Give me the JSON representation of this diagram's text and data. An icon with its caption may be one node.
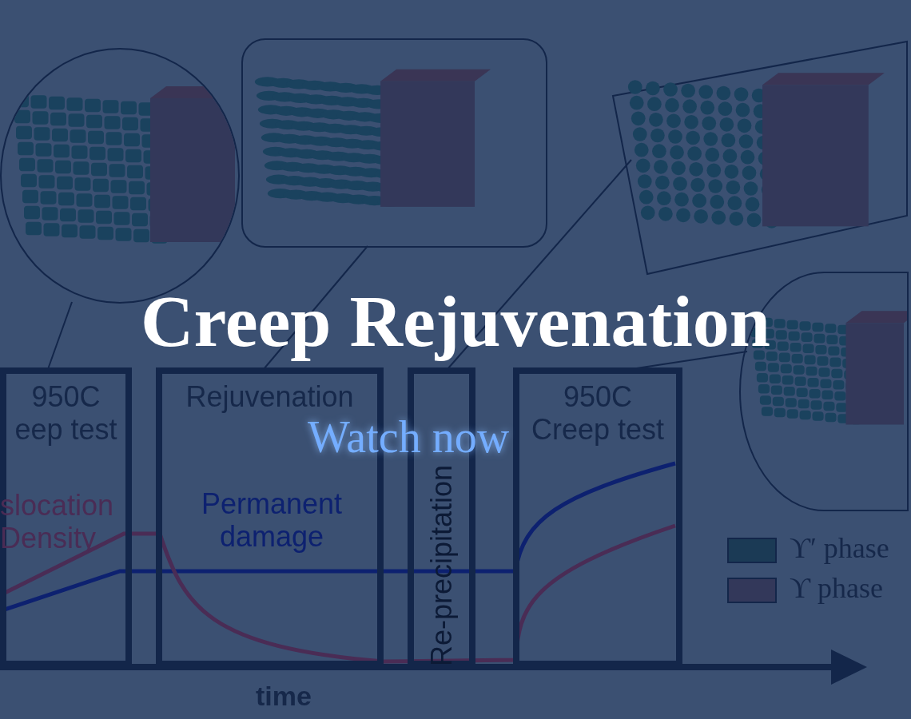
{
  "diagram": {
    "title": "Creep Rejuvenation",
    "nodes": [
      {
        "text": [
          "950C eep test"
        ]
      },
      {
        "text": [
          "Rejuvenation"
        ]
      },
      {
        "text": [
          "Re-precipitation"
        ]
      },
      {
        "text": [
          "950C Creep test"
        ]
      },
      {
        "text": [],
        "shape": "picture"
      },
      {
        "text": [],
        "shape": "picture"
      },
      {
        "text": [],
        "shape": "picture"
      },
      {
        "text": [],
        "shape": "picture"
      }
    ],
    "edges": [
      {
        "from": 4,
        "to": 0,
        "arrow": "none"
      },
      {
        "from": 5,
        "to": 1,
        "arrow": "none"
      },
      {
        "from": 6,
        "to": 2,
        "arrow": "none"
      },
      {
        "from": 7,
        "to": 3,
        "arrow": "none"
      }
    ],
    "labels": [
      "slocation Density",
      "Permanent damage",
      "time",
      "Watch now"
    ],
    "legend": [
      {
        "text": "ϒ′ phase",
        "color": "#1b3a55"
      },
      {
        "text": "ϒ phase",
        "color": "#33385a"
      }
    ]
  }
}
